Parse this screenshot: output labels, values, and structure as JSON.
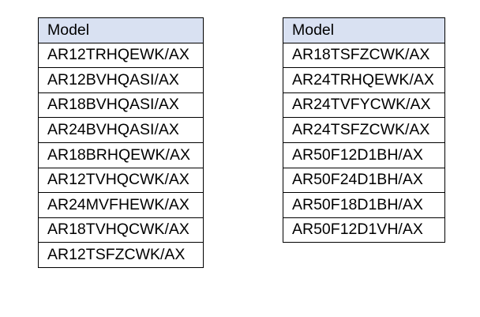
{
  "tables": [
    {
      "header": "Model",
      "rows": [
        "AR12TRHQEWK/AX",
        "AR12BVHQASI/AX",
        "AR18BVHQASI/AX",
        "AR24BVHQASI/AX",
        "AR18BRHQEWK/AX",
        "AR12TVHQCWK/AX",
        "AR24MVFHEWK/AX",
        "AR18TVHQCWK/AX",
        "AR12TSFZCWK/AX"
      ]
    },
    {
      "header": "Model",
      "rows": [
        "AR18TSFZCWK/AX",
        "AR24TRHQEWK/AX",
        "AR24TVFYCWK/AX",
        "AR24TSFZCWK/AX",
        "AR50F12D1BH/AX",
        "AR50F24D1BH/AX",
        "AR50F18D1BH/AX",
        "AR50F12D1VH/AX"
      ]
    }
  ],
  "colors": {
    "header_fill": "#d9e1f2",
    "border": "#000000",
    "text": "#000000"
  }
}
